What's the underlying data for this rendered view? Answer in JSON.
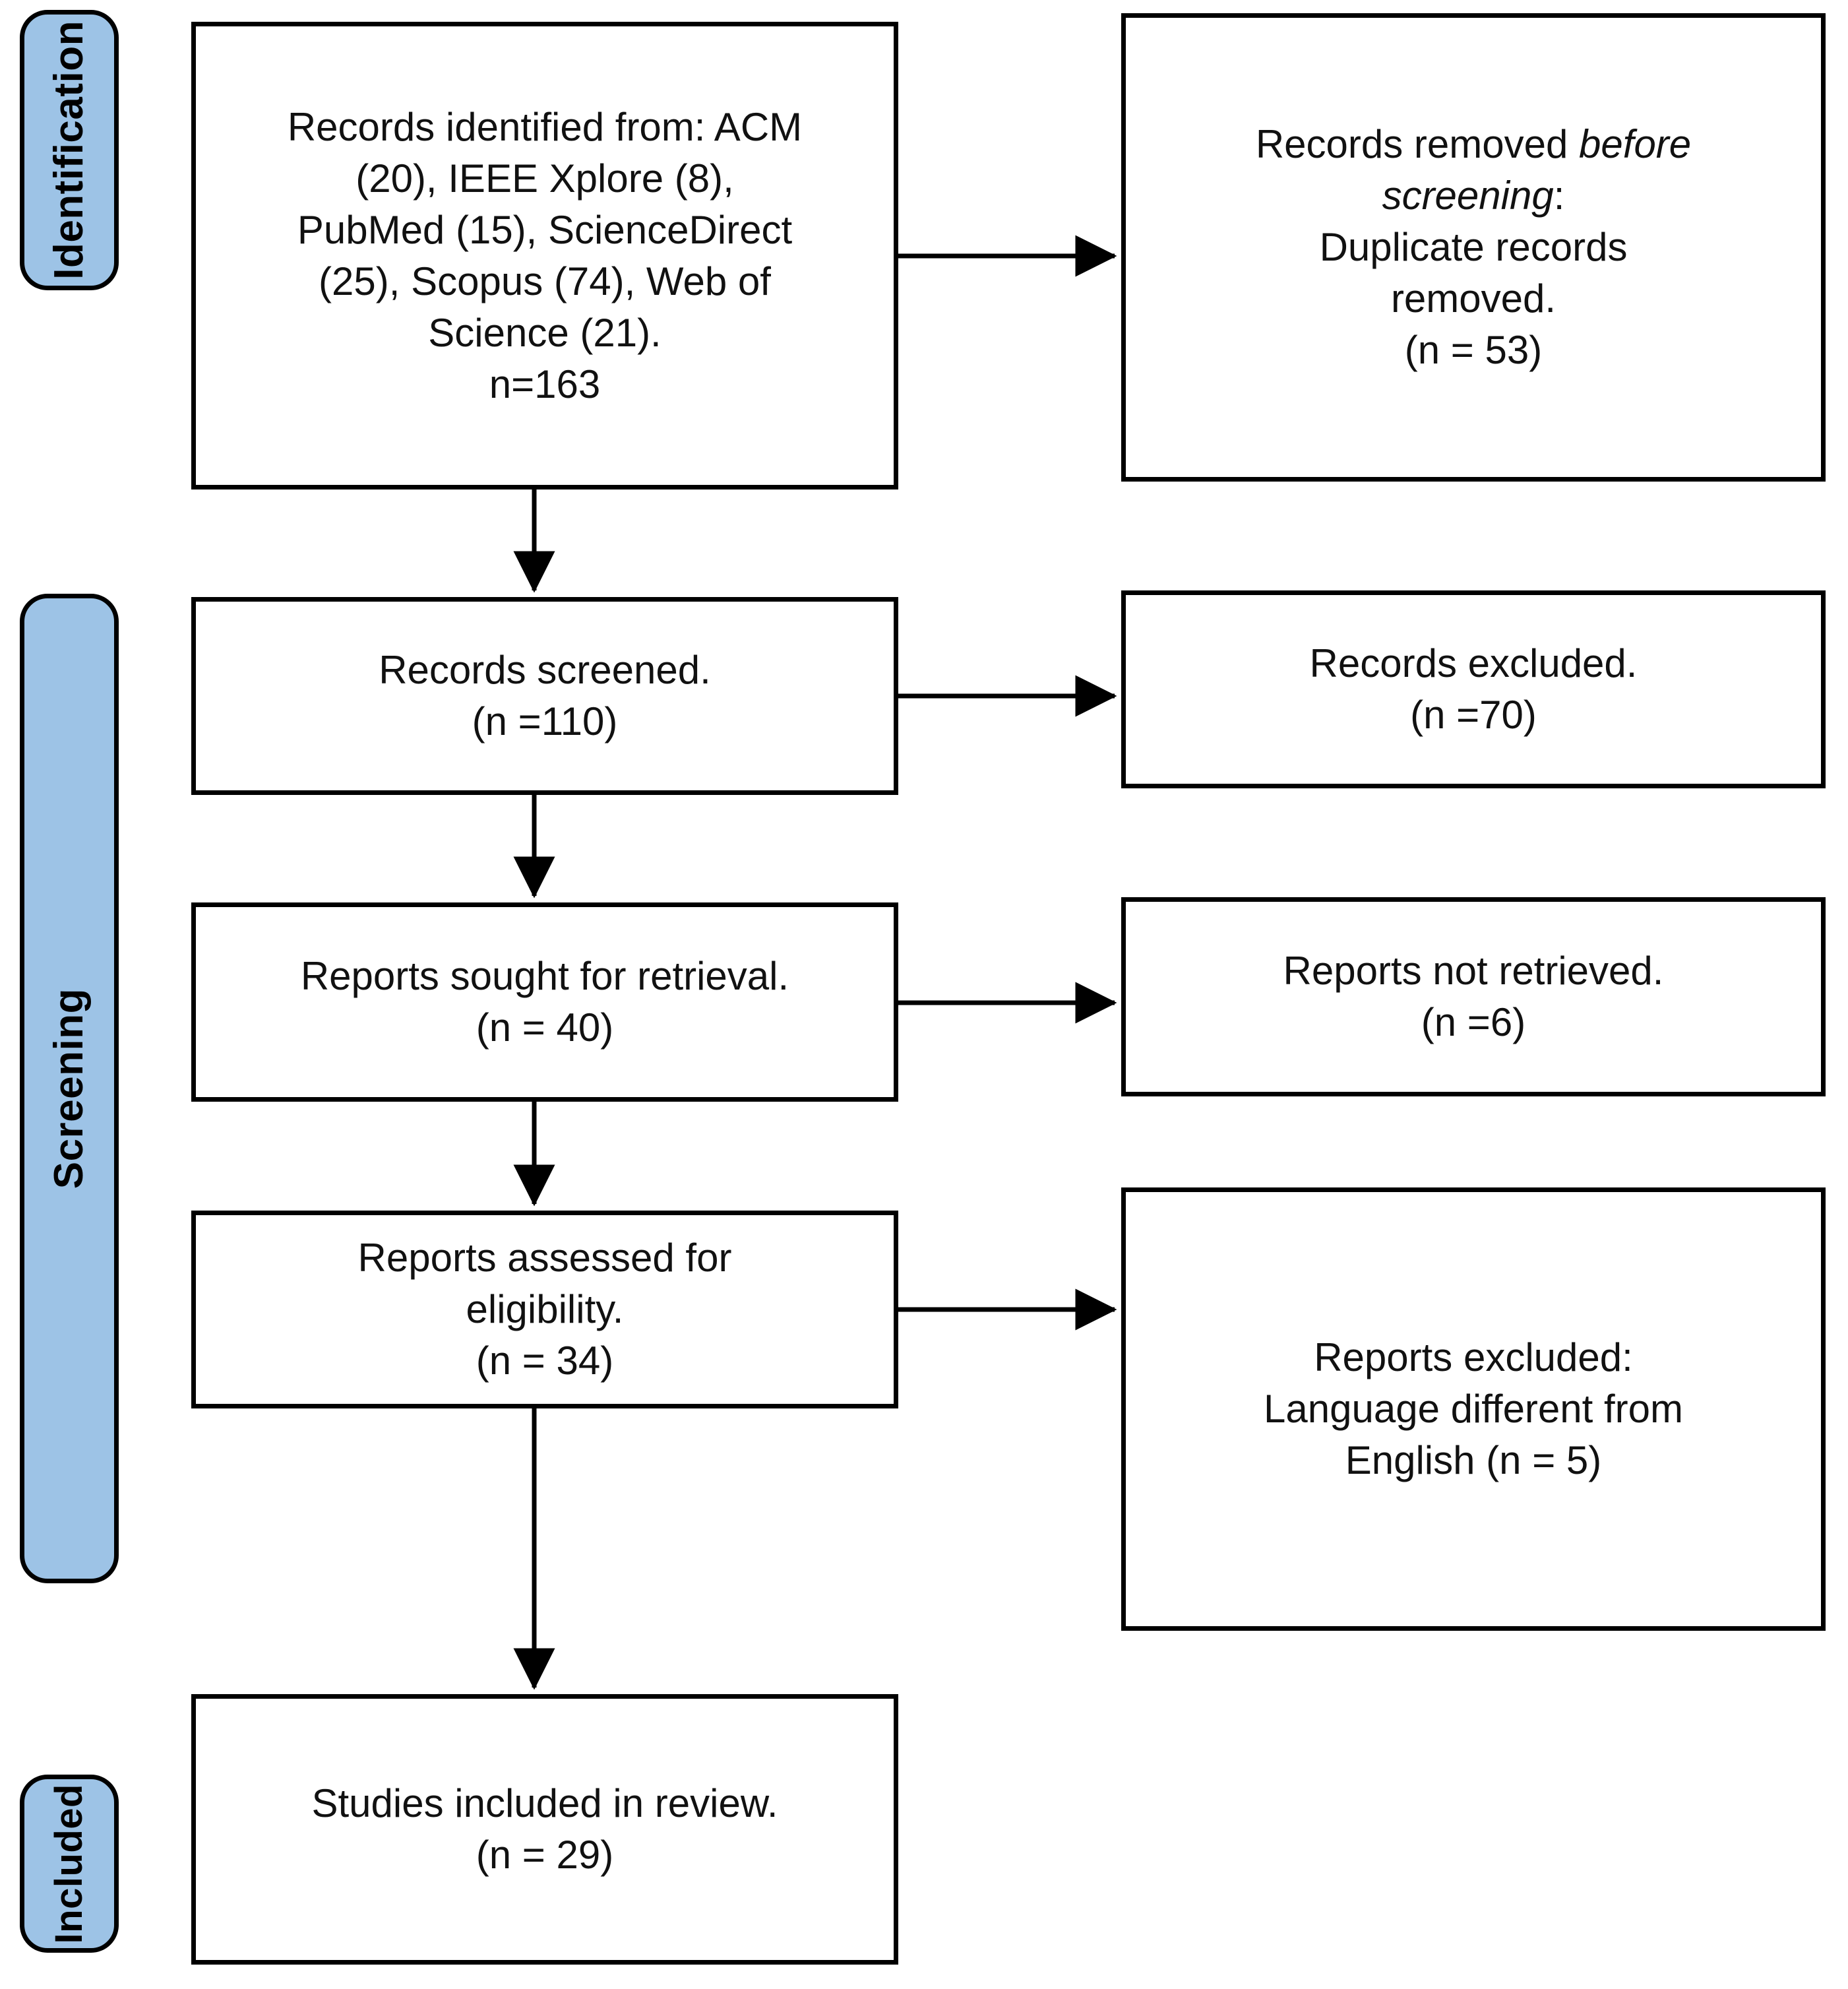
{
  "diagram": {
    "title": "PRISMA flow diagram",
    "accent_color": "#9DC3E6",
    "border_color": "#000000",
    "background_color": "#FFFFFF"
  },
  "stages": [
    {
      "id": "identification",
      "label": "Identification"
    },
    {
      "id": "screening",
      "label": "Screening"
    },
    {
      "id": "included",
      "label": "Included"
    }
  ],
  "boxes": {
    "records_identified": {
      "line1": "Records identified from: ACM",
      "line2": "(20), IEEE Xplore (8),",
      "line3": "PubMed (15), ScienceDirect",
      "line4": "(25), Scopus (74), Web of",
      "line5": "Science (21).",
      "line6": "n=163"
    },
    "records_removed": {
      "line1_pre": "Records removed ",
      "line1_ital": "before",
      "line2_ital": "screening",
      "line2_post": ":",
      "line3": "Duplicate records",
      "line4": "removed.",
      "line5": "(n = 53)"
    },
    "records_screened": {
      "line1": "Records screened.",
      "line2": "(n =110)"
    },
    "records_excluded": {
      "line1": "Records excluded.",
      "line2": "(n =70)"
    },
    "reports_sought": {
      "line1": "Reports sought for retrieval.",
      "line2": "(n = 40)"
    },
    "reports_not_retrieved": {
      "line1": "Reports not retrieved.",
      "line2": "(n =6)"
    },
    "reports_assessed": {
      "line1": "Reports assessed for",
      "line2": "eligibility.",
      "line3": "(n = 34)"
    },
    "reports_excluded": {
      "line1": "Reports excluded:",
      "line2": "Language different from",
      "line3": "English (n = 5)"
    },
    "studies_included": {
      "line1": "Studies included in review.",
      "line2": "(n = 29)"
    }
  },
  "chart_data": {
    "type": "diagram",
    "title": "PRISMA 2020 flow diagram for new systematic reviews",
    "nodes": [
      {
        "id": "records_identified",
        "stage": "Identification",
        "column": "left",
        "label": "Records identified from: ACM (20), IEEE Xplore (8), PubMed (15), ScienceDirect (25), Scopus (74), Web of Science (21).",
        "n": 163
      },
      {
        "id": "records_removed",
        "stage": "Identification",
        "column": "right",
        "label": "Records removed before screening: Duplicate records removed.",
        "n": 53
      },
      {
        "id": "records_screened",
        "stage": "Screening",
        "column": "left",
        "label": "Records screened.",
        "n": 110
      },
      {
        "id": "records_excluded",
        "stage": "Screening",
        "column": "right",
        "label": "Records excluded.",
        "n": 70
      },
      {
        "id": "reports_sought",
        "stage": "Screening",
        "column": "left",
        "label": "Reports sought for retrieval.",
        "n": 40
      },
      {
        "id": "reports_not_retrieved",
        "stage": "Screening",
        "column": "right",
        "label": "Reports not retrieved.",
        "n": 6
      },
      {
        "id": "reports_assessed",
        "stage": "Screening",
        "column": "left",
        "label": "Reports assessed for eligibility.",
        "n": 34
      },
      {
        "id": "reports_excluded",
        "stage": "Screening",
        "column": "right",
        "label": "Reports excluded: Language different from English",
        "n": 5
      },
      {
        "id": "studies_included",
        "stage": "Included",
        "column": "left",
        "label": "Studies included in review.",
        "n": 29
      }
    ],
    "edges": [
      {
        "from": "records_identified",
        "to": "records_removed",
        "direction": "right"
      },
      {
        "from": "records_identified",
        "to": "records_screened",
        "direction": "down"
      },
      {
        "from": "records_screened",
        "to": "records_excluded",
        "direction": "right"
      },
      {
        "from": "records_screened",
        "to": "reports_sought",
        "direction": "down"
      },
      {
        "from": "reports_sought",
        "to": "reports_not_retrieved",
        "direction": "right"
      },
      {
        "from": "reports_sought",
        "to": "reports_assessed",
        "direction": "down"
      },
      {
        "from": "reports_assessed",
        "to": "reports_excluded",
        "direction": "right"
      },
      {
        "from": "reports_assessed",
        "to": "studies_included",
        "direction": "down"
      }
    ],
    "sources": [
      {
        "name": "ACM",
        "count": 20
      },
      {
        "name": "IEEE Xplore",
        "count": 8
      },
      {
        "name": "PubMed",
        "count": 15
      },
      {
        "name": "ScienceDirect",
        "count": 25
      },
      {
        "name": "Scopus",
        "count": 74
      },
      {
        "name": "Web of Science",
        "count": 21
      }
    ],
    "totals": {
      "identified": 163,
      "duplicates_removed": 53,
      "screened": 110,
      "excluded_at_screening": 70,
      "sought_for_retrieval": 40,
      "not_retrieved": 6,
      "assessed_for_eligibility": 34,
      "excluded_at_eligibility": 5,
      "included_in_review": 29
    }
  }
}
